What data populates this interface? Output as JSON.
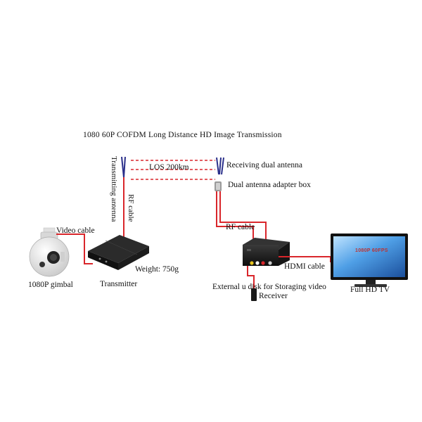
{
  "title": "1080 60P COFDM Long Distance HD Image Transmission",
  "labels": {
    "los": "LOS 200km",
    "receiving_antenna": "Receiving dual antenna",
    "adapter_box": "Dual antenna adapter box",
    "transmitting_antenna": "Transmitting antenna",
    "rf_cable_tx": "RF cable",
    "rf_cable_rx": "RF cable",
    "video_cable": "Video cable",
    "gimbal": "1080P gimbal",
    "transmitter": "Transmitter",
    "weight": "Weight: 750g",
    "hdmi_cable": "HDMI cable",
    "external_disk": "External u disk for Storaging video",
    "receiver": "Receiver",
    "tv": "Full HD TV",
    "tv_screen_text": "1080P 60FPS"
  },
  "colors": {
    "cable": "#d9262b",
    "link_dash": "#d9262b",
    "device_body": "#1a1a1a",
    "antenna": "#2a2f8a",
    "tv_screen": "#2f7fd1"
  }
}
